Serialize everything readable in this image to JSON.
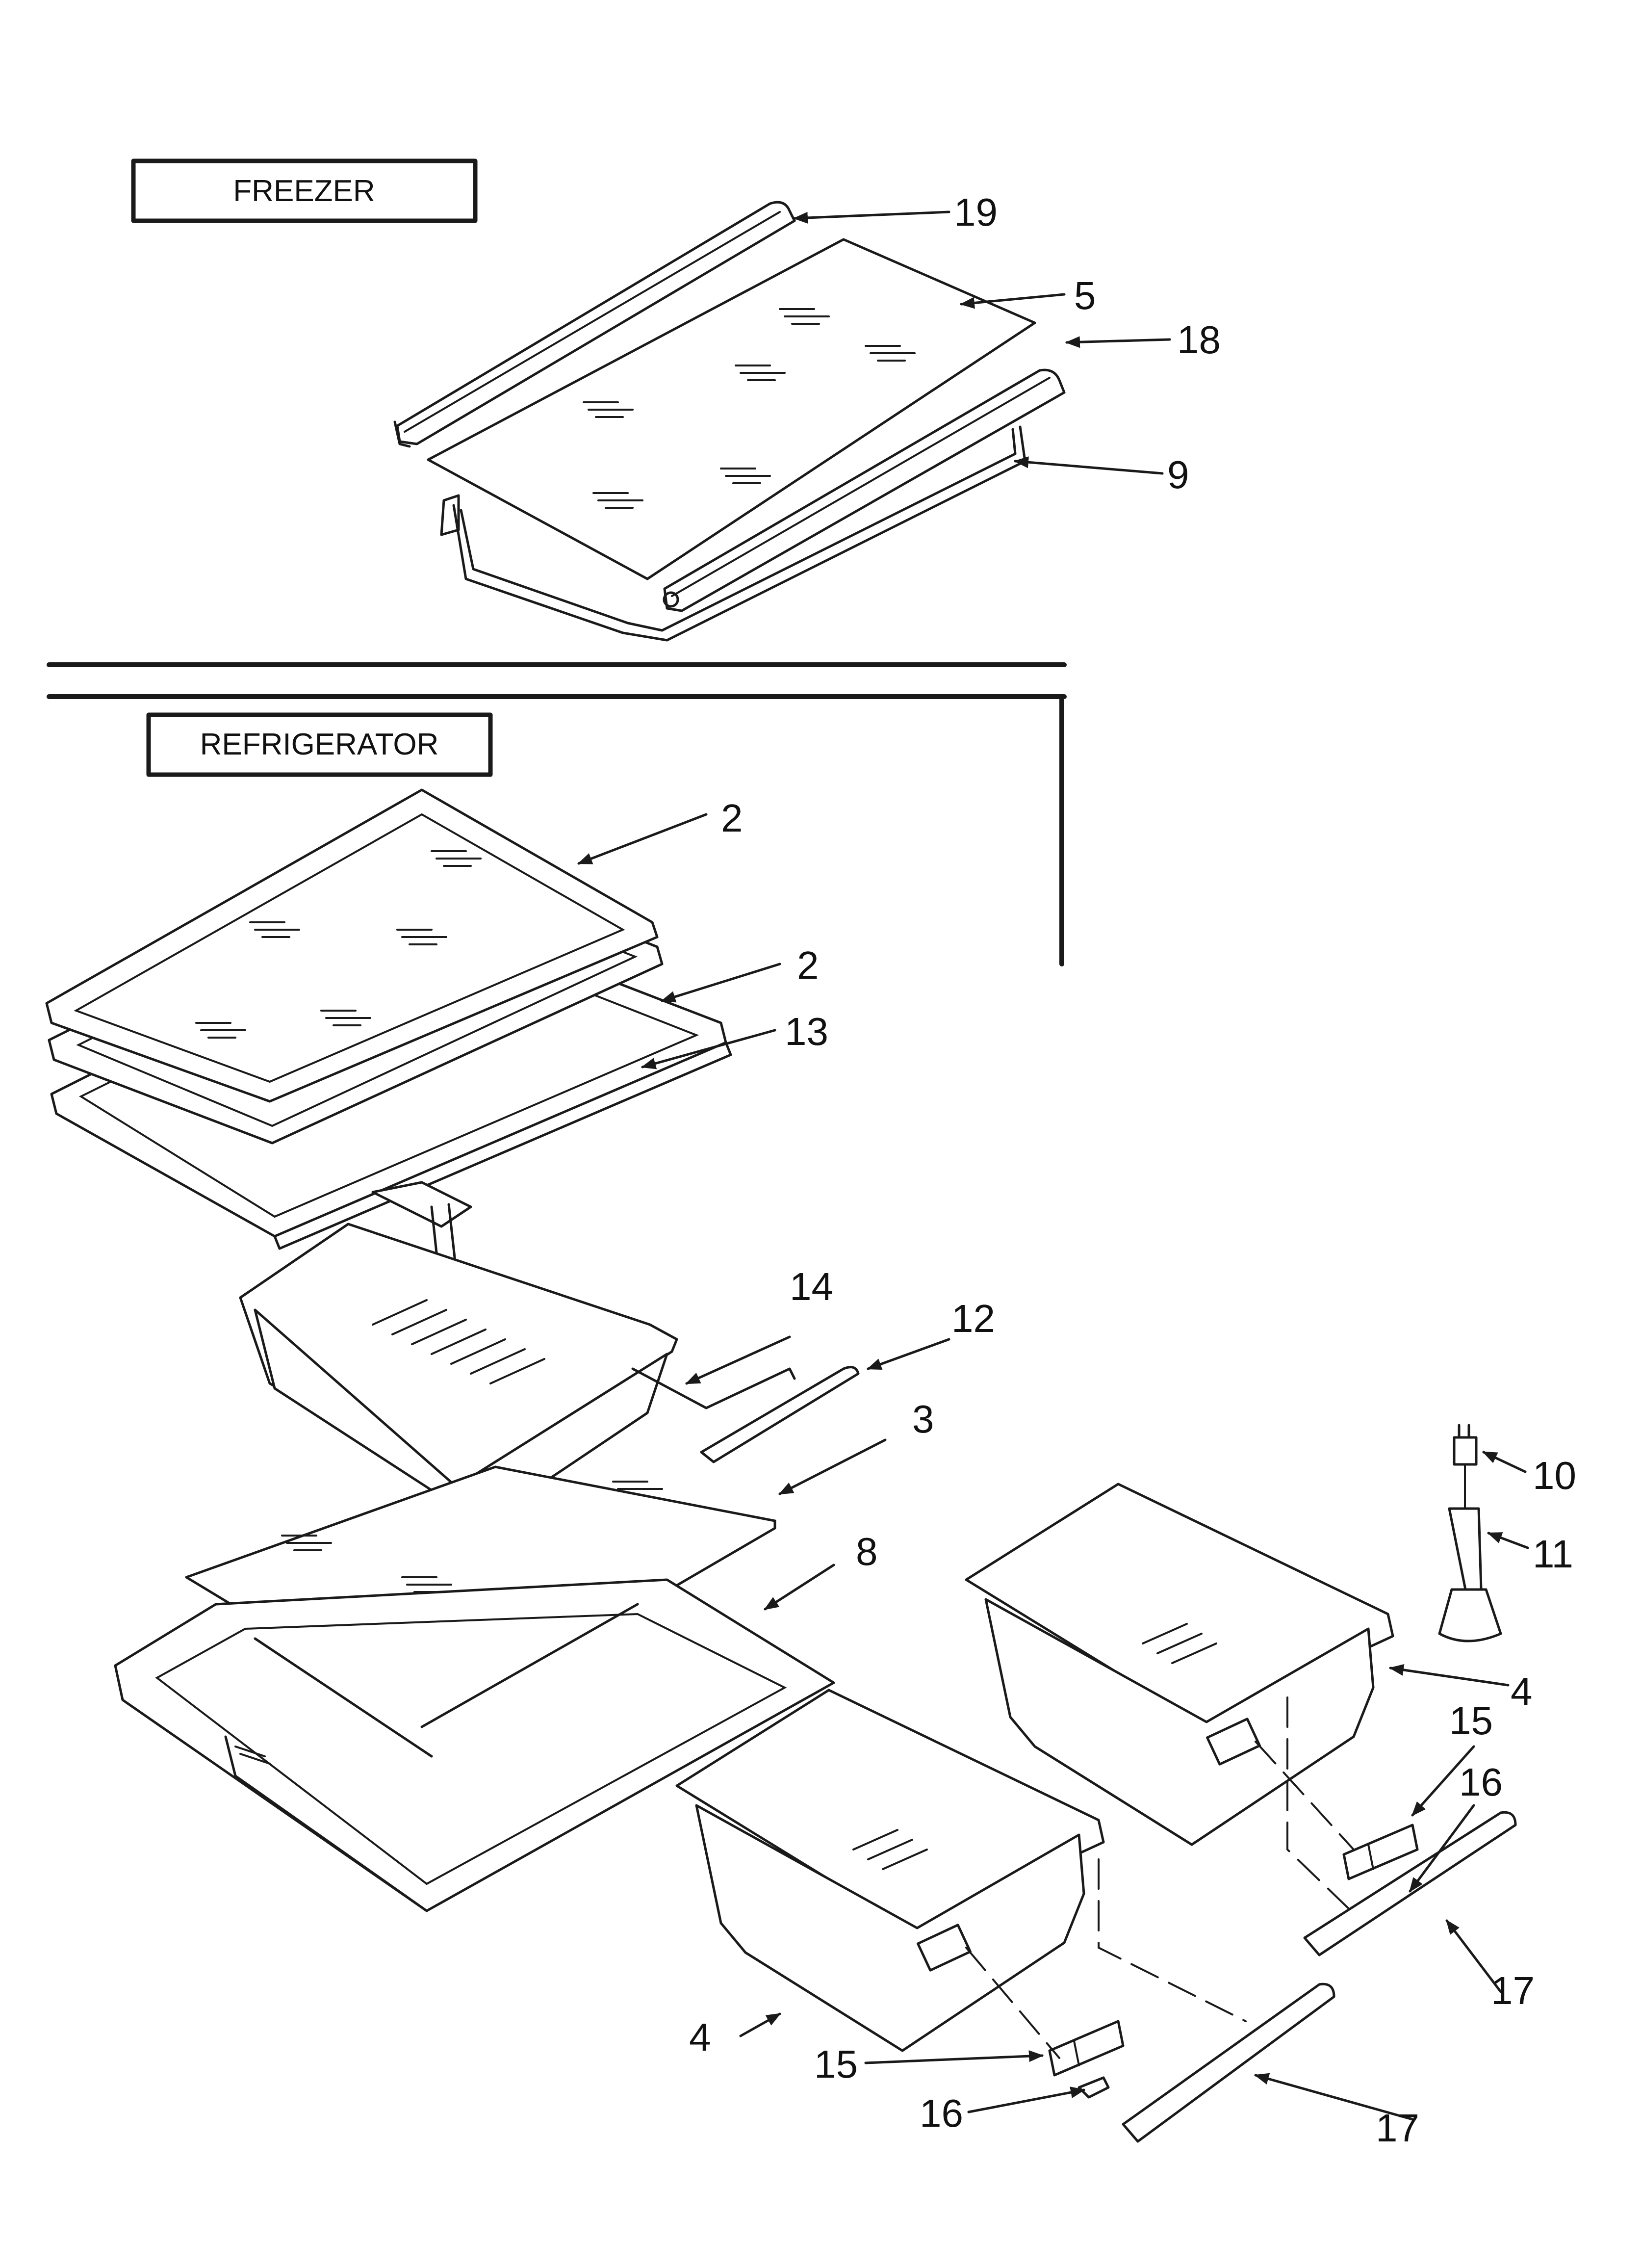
{
  "sections": {
    "freezer": {
      "label": "FREEZER"
    },
    "refrigerator": {
      "label": "REFRIGERATOR"
    }
  },
  "callouts": [
    {
      "id": "c19",
      "text": "19"
    },
    {
      "id": "c5",
      "text": "5"
    },
    {
      "id": "c18",
      "text": "18"
    },
    {
      "id": "c9",
      "text": "9"
    },
    {
      "id": "c2a",
      "text": "2"
    },
    {
      "id": "c2b",
      "text": "2"
    },
    {
      "id": "c13",
      "text": "13"
    },
    {
      "id": "c14",
      "text": "14"
    },
    {
      "id": "c12",
      "text": "12"
    },
    {
      "id": "c3",
      "text": "3"
    },
    {
      "id": "c8",
      "text": "8"
    },
    {
      "id": "c10",
      "text": "10"
    },
    {
      "id": "c11",
      "text": "11"
    },
    {
      "id": "c4a",
      "text": "4"
    },
    {
      "id": "c15a",
      "text": "15"
    },
    {
      "id": "c16a",
      "text": "16"
    },
    {
      "id": "c17a",
      "text": "17"
    },
    {
      "id": "c4b",
      "text": "4"
    },
    {
      "id": "c15b",
      "text": "15"
    },
    {
      "id": "c16b",
      "text": "16"
    },
    {
      "id": "c17b",
      "text": "17"
    }
  ],
  "colors": {
    "ink": "#1a1a1a",
    "paper": "#ffffff"
  }
}
